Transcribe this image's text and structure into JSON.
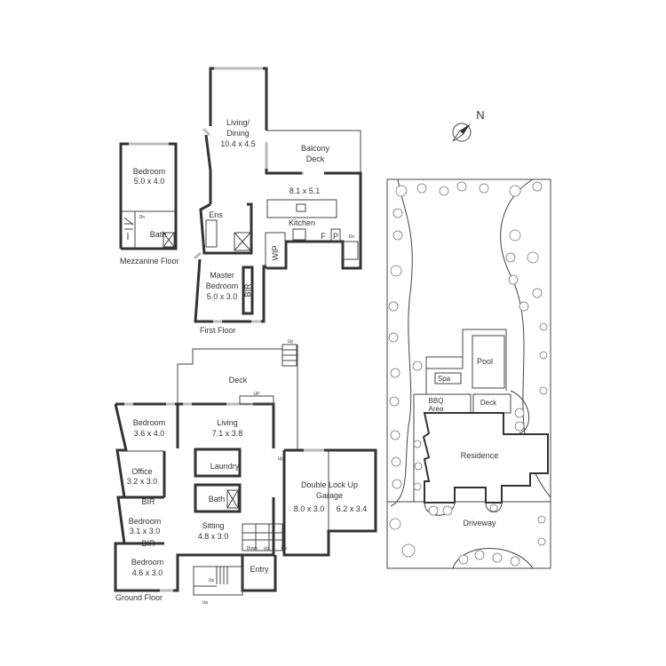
{
  "compass": {
    "label": "N"
  },
  "mezzanine": {
    "caption": "Mezzanine Floor",
    "bedroom": [
      "Bedroom",
      "5.0 x 4.0"
    ],
    "bath": "Bath",
    "stair": "Dn"
  },
  "first_floor": {
    "caption": "First Floor",
    "living": [
      "Living/",
      "Dining",
      "10.4 x 4.5"
    ],
    "balcony": [
      "Balcony",
      "Deck"
    ],
    "kitchen_size": "8.1 x 5.1",
    "kitchen": "Kitchen",
    "ens": "Ens",
    "wip": "WIP",
    "fridge": "F",
    "pantry": "P",
    "stair": "Dn",
    "master": [
      "Master",
      "Bedroom",
      "5.0 x 3.0"
    ],
    "bir": "BIR"
  },
  "ground_floor": {
    "caption": "Ground Floor",
    "deck": "Deck",
    "deck_stair": "Up",
    "deck_step": "UP",
    "bedroom1": [
      "Bedroom",
      "3.6 x 4.0"
    ],
    "living": [
      "Living",
      "7.1 x 3.8"
    ],
    "laundry": "Laundry",
    "office": [
      "Office",
      "3.2 x 3.0"
    ],
    "bir1": "BIR",
    "bedroom2": [
      "Bedroom",
      "3.1 x 3.0"
    ],
    "bir2": "BIR",
    "bedroom3": [
      "Bedroom",
      "4.6 x 3.0"
    ],
    "bath": "Bath",
    "sitting": [
      "Sitting",
      "4.8 x 3.0"
    ],
    "garage": [
      "Double Lock Up",
      "Garage"
    ],
    "garage_size1": "8.0 x 3.0",
    "garage_size2": "6.2 x 3.4",
    "stair_up_small": "Up",
    "stair_down": "Down",
    "stair_up": "Up",
    "stair_up2": "Up",
    "entry": "Entry",
    "entry_up1": "Up",
    "entry_up2": "Up"
  },
  "site": {
    "pool": "Pool",
    "spa": "Spa",
    "bbq": [
      "BBQ",
      "Area"
    ],
    "deck": "Deck",
    "residence": "Residence",
    "driveway": "Driveway"
  }
}
